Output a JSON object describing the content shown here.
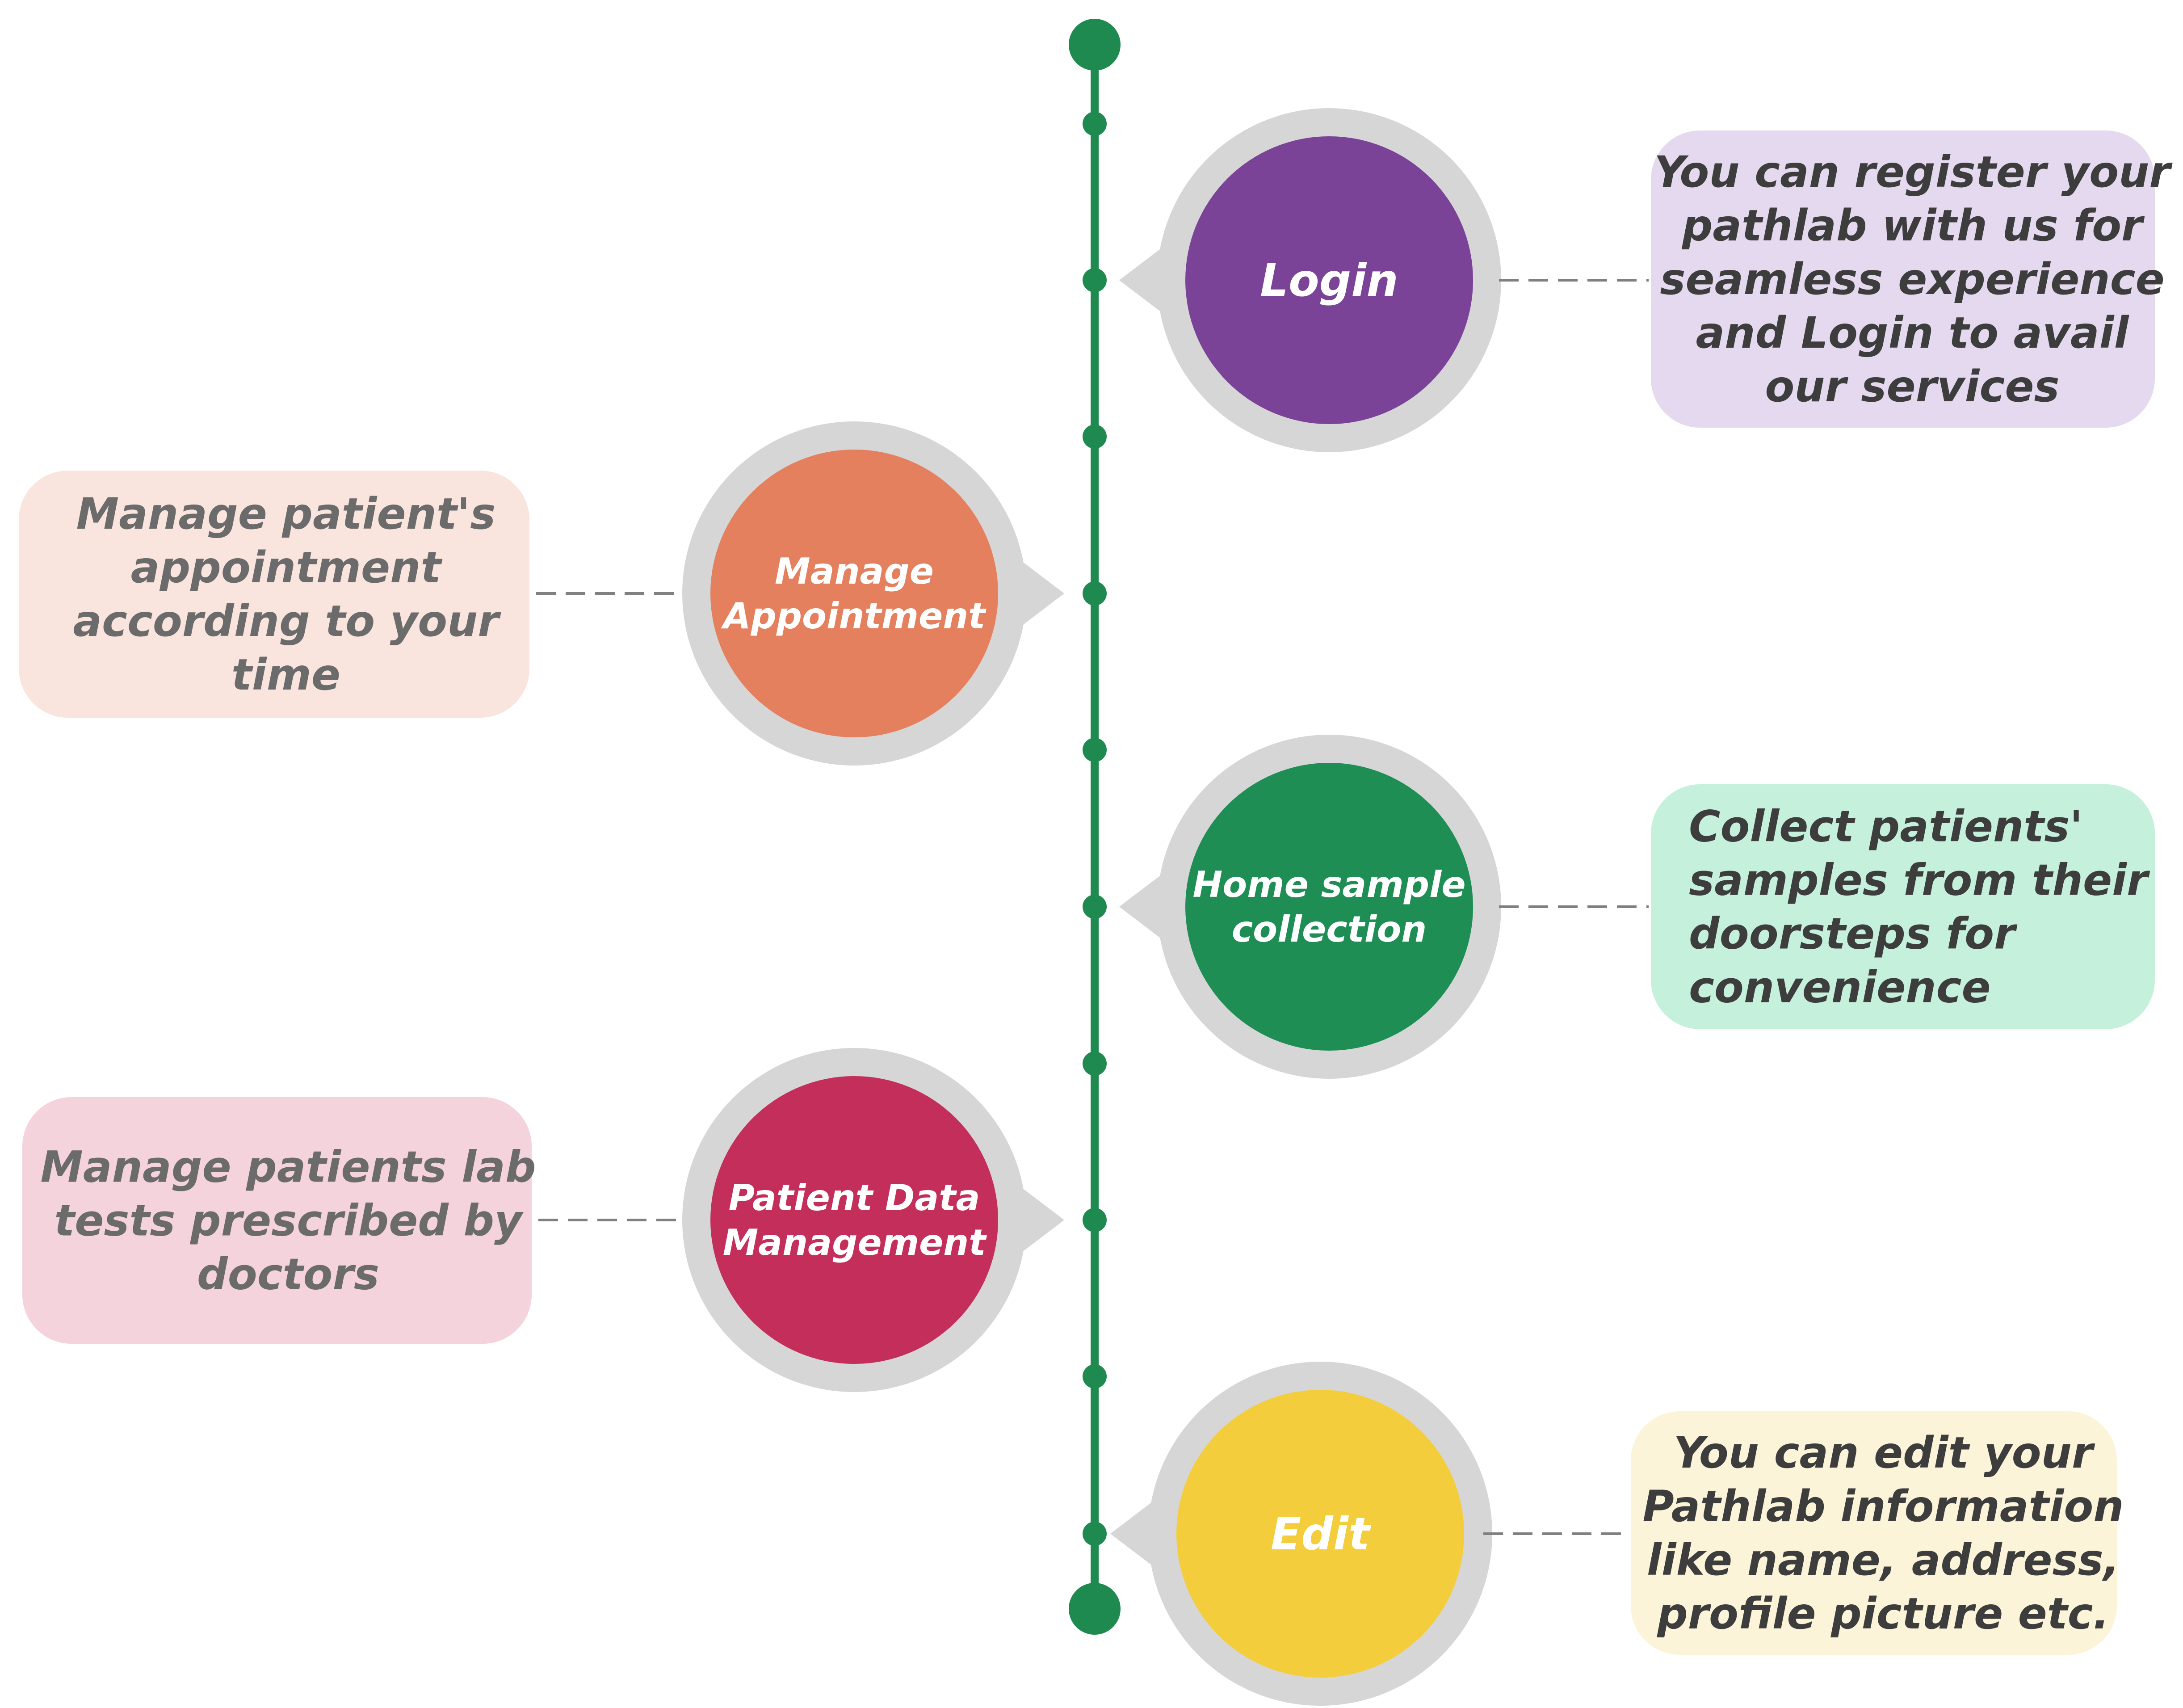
{
  "timeline": {
    "line_color": "#1e8a4f",
    "pointer_color": "#d6d6d6",
    "ring_color": "#d6d6d6",
    "connector_color": "#808080"
  },
  "steps": [
    {
      "title_lines": [
        "Login"
      ],
      "side": "right",
      "circle_color": "#7b4397",
      "description_lines": [
        "You can register your",
        "pathlab with us for",
        "seamless experience",
        "and Login to avail",
        "our services"
      ],
      "box_color": "#e4d9ee",
      "text_color": "#3d3d3d"
    },
    {
      "title_lines": [
        "Manage",
        "Appointment"
      ],
      "side": "left",
      "circle_color": "#e4805d",
      "description_lines": [
        "Manage patient's",
        "appointment",
        "according to your",
        "time"
      ],
      "box_color": "#f9e4de",
      "text_color": "#6b6b6b"
    },
    {
      "title_lines": [
        "Home sample",
        "collection"
      ],
      "side": "right",
      "circle_color": "#1e8e54",
      "description_lines": [
        "Collect patients'",
        "samples from their",
        "doorsteps for",
        "convenience"
      ],
      "box_color": "#c5f1dc",
      "text_color": "#3d3d3d"
    },
    {
      "title_lines": [
        "Patient Data",
        "Management"
      ],
      "side": "left",
      "circle_color": "#c32f5a",
      "description_lines": [
        "Manage patients lab",
        "tests prescribed by",
        "doctors"
      ],
      "box_color": "#f4d3dc",
      "text_color": "#6b6b6b"
    },
    {
      "title_lines": [
        "Edit"
      ],
      "side": "right",
      "circle_color": "#f4cd3c",
      "description_lines": [
        "You can edit your",
        "Pathlab information",
        "like name, address,",
        "profile picture etc."
      ],
      "box_color": "#fbf4d9",
      "text_color": "#3d3d3d"
    }
  ]
}
